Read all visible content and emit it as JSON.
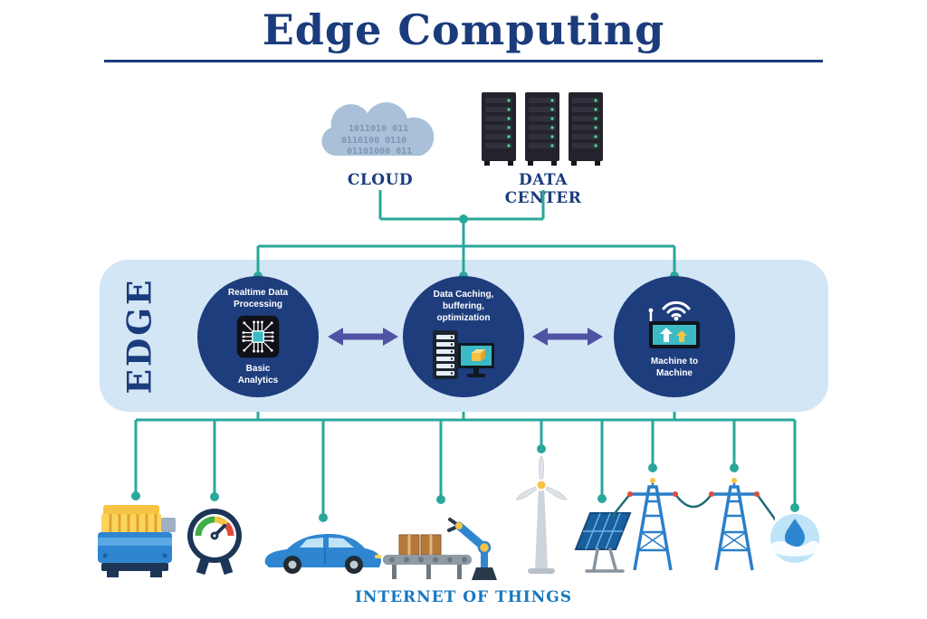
{
  "title": "Edge Computing",
  "cloud": {
    "label": "CLOUD",
    "binary_lines": [
      "1011010 011",
      "0110100 0110",
      "01101000 011"
    ]
  },
  "datacenter": {
    "label": "DATA CENTER"
  },
  "edge": {
    "label": "EDGE",
    "nodes": [
      {
        "id": "realtime-processing",
        "top_label": "Realtime Data Processing",
        "bottom_label": "Basic Analytics",
        "icon": "chip-icon"
      },
      {
        "id": "data-caching",
        "label": "Data Caching, buffering, optimization",
        "icon": "server-monitor-icon"
      },
      {
        "id": "machine-to-machine",
        "label": "Machine to Machine",
        "icon": "wifi-tablet-icon"
      }
    ]
  },
  "iot": {
    "label": "INTERNET OF THINGS",
    "devices": [
      "engine-icon",
      "gauge-icon",
      "car-icon",
      "conveyor-robot-icon",
      "wind-turbine-icon",
      "solar-panel-icon",
      "power-towers-icon",
      "water-icon"
    ]
  },
  "colors": {
    "title_navy": "#1b3c7c",
    "line_teal": "#2aa79b",
    "band_blue": "#d3e6f6",
    "node_navy": "#1e3d7d",
    "arrow_purple": "#5053a4",
    "iot_blue": "#1878be",
    "cloud_fill": "#a9c0d8",
    "server_dark": "#23232d"
  }
}
